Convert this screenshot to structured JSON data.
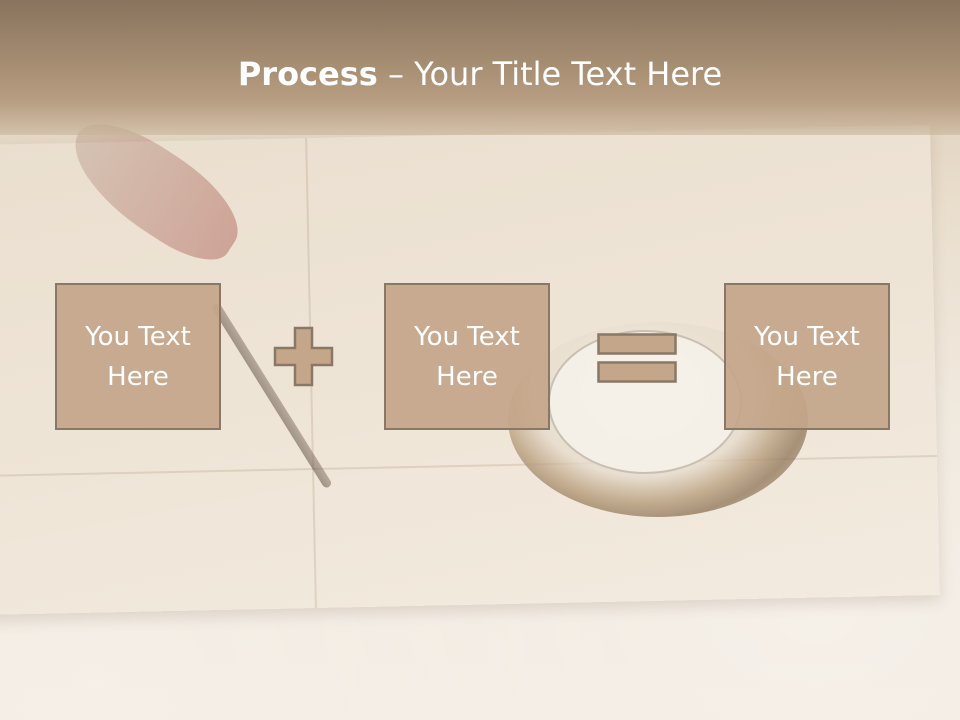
{
  "title": {
    "bold": "Process",
    "rest": " – Your Title Text Here"
  },
  "boxes": [
    {
      "text": "You Text\nHere"
    },
    {
      "text": "You Text\nHere"
    },
    {
      "text": "You Text\nHere"
    }
  ],
  "icons": {
    "operator1": "plus-icon",
    "operator2": "equals-icon"
  },
  "colors": {
    "title_bar": "#a48c71",
    "box_fill": "#c4a68a",
    "box_border": "#8a7866",
    "text": "#ffffff"
  }
}
